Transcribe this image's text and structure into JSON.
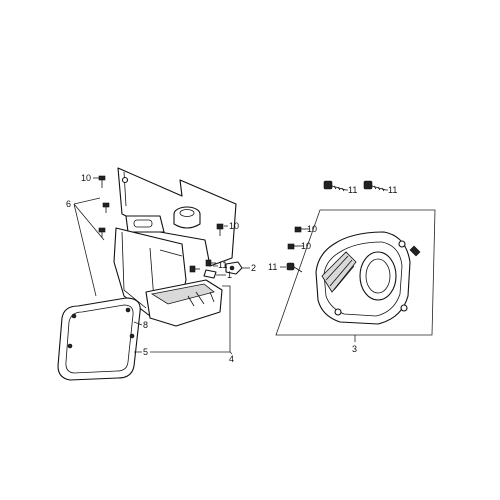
{
  "callouts": {
    "c1": "1",
    "c2": "2",
    "c3": "3",
    "c4": "4",
    "c5": "5",
    "c6": "6",
    "c8": "8",
    "c10a": "10",
    "c10b": "10",
    "c10c": "10",
    "c10d": "10",
    "c11a": "11",
    "c11b": "11",
    "c11c": "11",
    "c11d": "11"
  }
}
